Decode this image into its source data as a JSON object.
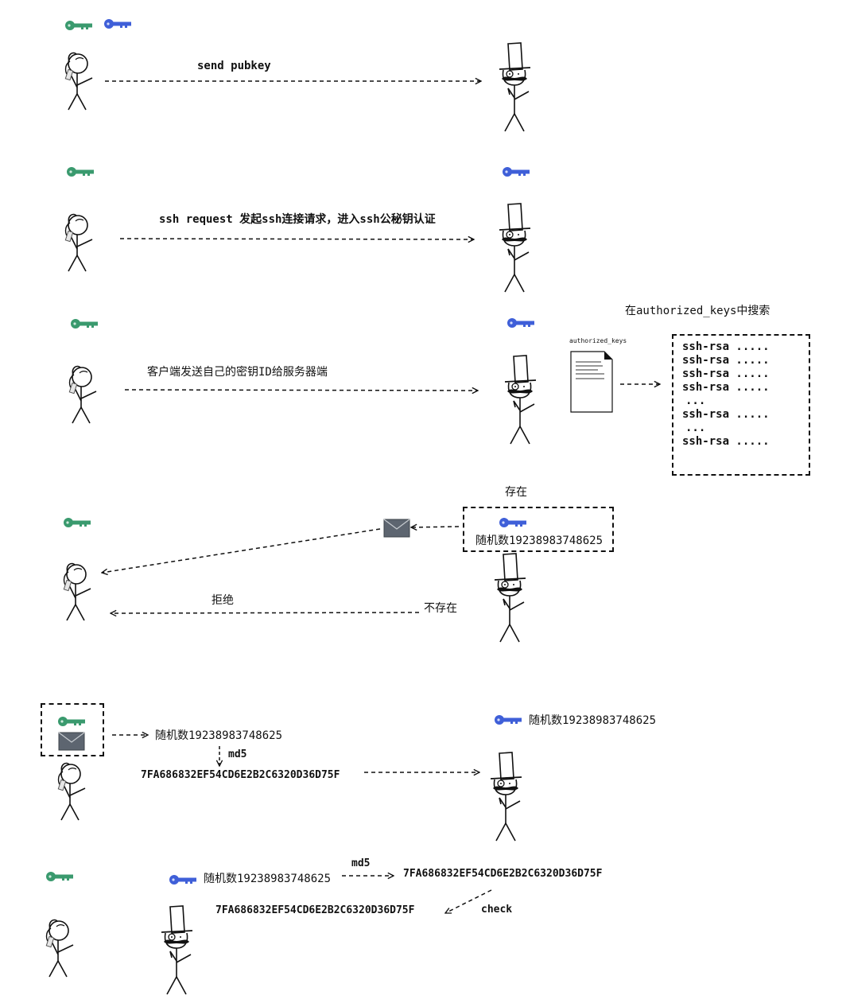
{
  "colors": {
    "client_key": "#3a9a6e",
    "server_key": "#3f5fd8",
    "envelope": "#5d6570",
    "line": "#111111"
  },
  "icons": [
    "client-key-icon",
    "server-key-icon",
    "envelope-icon",
    "document-icon",
    "stick-figure-client",
    "stick-figure-server"
  ],
  "step1": {
    "label": "send pubkey"
  },
  "step2": {
    "label": "ssh request 发起ssh连接请求，进入ssh公秘钥认证"
  },
  "step3": {
    "label": "客户端发送自己的密钥ID给服务器端",
    "search_label": "在authorized_keys中搜索",
    "file_label": "authorized_keys",
    "entries": [
      "ssh-rsa .....",
      "ssh-rsa .....",
      "ssh-rsa .....",
      "ssh-rsa .....",
      "...",
      "ssh-rsa .....",
      "...",
      "ssh-rsa ....."
    ]
  },
  "step4": {
    "exists_label": "存在",
    "random_label": "随机数19238983748625",
    "reject_label": "拒绝",
    "not_exists_label": "不存在"
  },
  "step5": {
    "random_label": "随机数19238983748625",
    "md5_label": "md5",
    "hash_label": "7FA686832EF54CD6E2B2C6320D36D75F",
    "server_random_label": "随机数19238983748625"
  },
  "step6": {
    "random_label": "随机数19238983748625",
    "md5_label": "md5",
    "hash_right": "7FA686832EF54CD6E2B2C6320D36D75F",
    "hash_left": "7FA686832EF54CD6E2B2C6320D36D75F",
    "check_label": "check"
  }
}
